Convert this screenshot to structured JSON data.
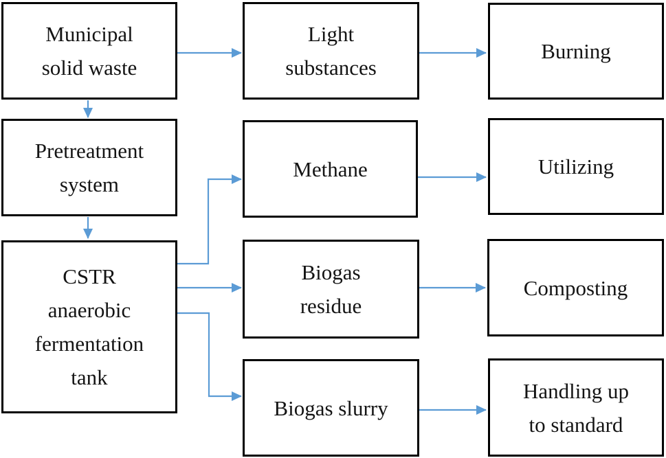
{
  "colors": {
    "arrow_color": "#5b9bd5",
    "box_border_color": "#000000",
    "box_fill_color": "#ffffff",
    "text_color": "#141414",
    "background_color": "#ffffff"
  },
  "diagram": {
    "type": "flowchart",
    "description": "Municipal solid waste anaerobic fermentation process flow",
    "nodes": [
      {
        "id": "municipal-solid-waste",
        "label": "Municipal solid waste",
        "lines": [
          "Municipal",
          "solid waste"
        ]
      },
      {
        "id": "light-substances",
        "label": "Light substances",
        "lines": [
          "Light",
          "substances"
        ]
      },
      {
        "id": "burning",
        "label": "Burning",
        "lines": [
          "Burning"
        ]
      },
      {
        "id": "pretreatment-system",
        "label": "Pretreatment system",
        "lines": [
          "Pretreatment",
          "system"
        ]
      },
      {
        "id": "methane",
        "label": "Methane",
        "lines": [
          "Methane"
        ]
      },
      {
        "id": "utilizing",
        "label": "Utilizing",
        "lines": [
          "Utilizing"
        ]
      },
      {
        "id": "cstr-tank",
        "label": "CSTR anaerobic fermentation tank",
        "lines": [
          "CSTR",
          "anaerobic",
          "fermentation",
          "tank"
        ]
      },
      {
        "id": "biogas-residue",
        "label": "Biogas residue",
        "lines": [
          "Biogas",
          "residue"
        ]
      },
      {
        "id": "composting",
        "label": "Composting",
        "lines": [
          "Composting"
        ]
      },
      {
        "id": "biogas-slurry",
        "label": "Biogas slurry",
        "lines": [
          "Biogas slurry"
        ]
      },
      {
        "id": "handling-up-to-standard",
        "label": "Handling up to standard",
        "lines": [
          "Handling up",
          "to standard"
        ]
      }
    ],
    "edges": [
      {
        "from": "municipal-solid-waste",
        "to": "light-substances"
      },
      {
        "from": "light-substances",
        "to": "burning"
      },
      {
        "from": "municipal-solid-waste",
        "to": "pretreatment-system"
      },
      {
        "from": "pretreatment-system",
        "to": "cstr-tank"
      },
      {
        "from": "cstr-tank",
        "to": "methane"
      },
      {
        "from": "methane",
        "to": "utilizing"
      },
      {
        "from": "cstr-tank",
        "to": "biogas-residue"
      },
      {
        "from": "biogas-residue",
        "to": "composting"
      },
      {
        "from": "cstr-tank",
        "to": "biogas-slurry"
      },
      {
        "from": "biogas-slurry",
        "to": "handling-up-to-standard"
      }
    ]
  }
}
